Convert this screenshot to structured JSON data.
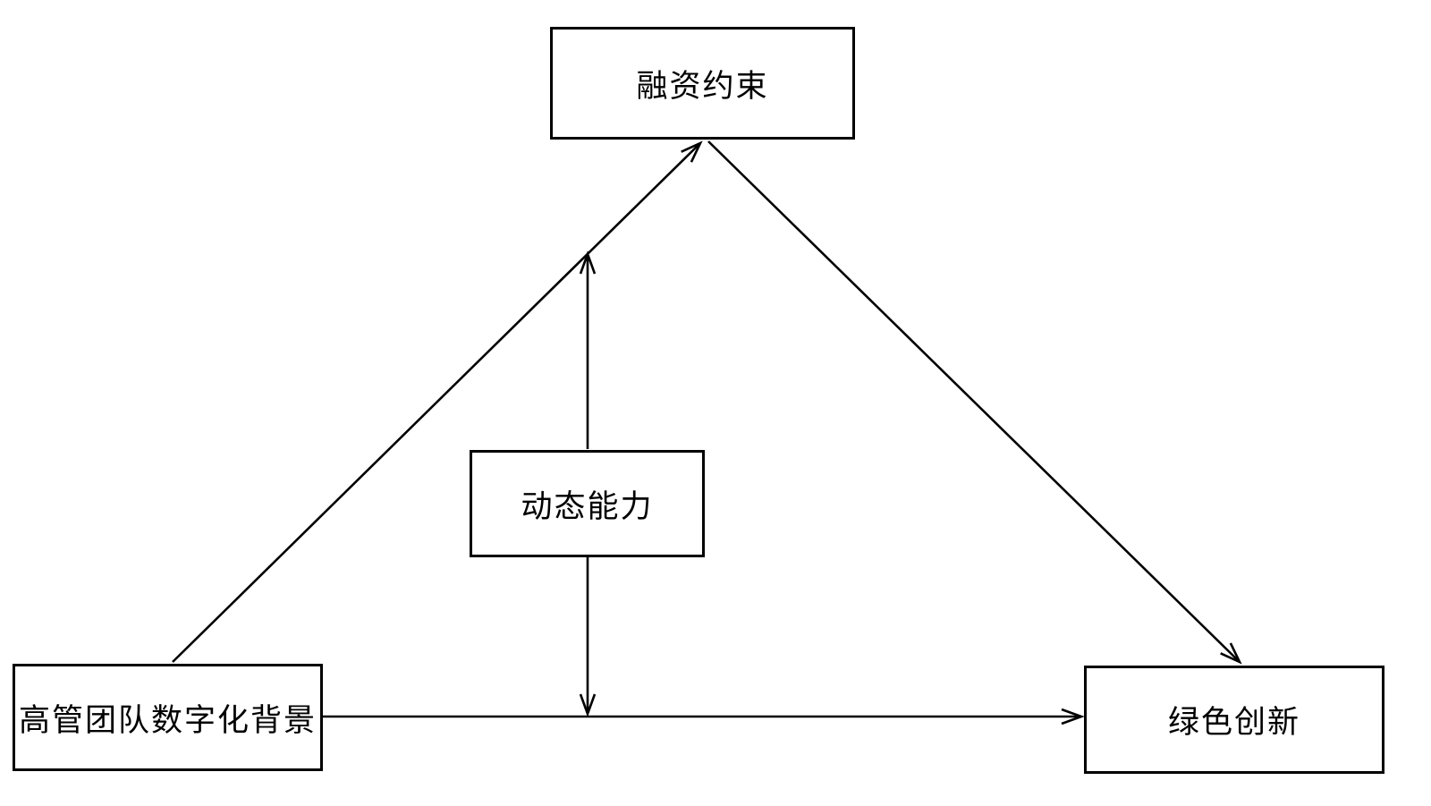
{
  "diagram": {
    "title": "",
    "nodes": {
      "financing_constraints": {
        "label": "融资约束"
      },
      "dynamic_capability": {
        "label": "动态能力"
      },
      "executive_digital_background": {
        "label": "高管团队数字化背景"
      },
      "green_innovation": {
        "label": "绿色创新"
      }
    },
    "edges": [
      {
        "from": "executive_digital_background",
        "to": "financing_constraints",
        "type": "directed"
      },
      {
        "from": "financing_constraints",
        "to": "green_innovation",
        "type": "directed"
      },
      {
        "from": "executive_digital_background",
        "to": "green_innovation",
        "type": "directed"
      },
      {
        "from": "dynamic_capability",
        "to": "path executive_digital_background → financing_constraints",
        "type": "moderation"
      },
      {
        "from": "dynamic_capability",
        "to": "path executive_digital_background → green_innovation",
        "type": "moderation"
      }
    ],
    "colors": {
      "line": "#000000",
      "box_border": "#000000",
      "box_fill": "#ffffff",
      "background": "#ffffff",
      "text": "#000000"
    }
  }
}
